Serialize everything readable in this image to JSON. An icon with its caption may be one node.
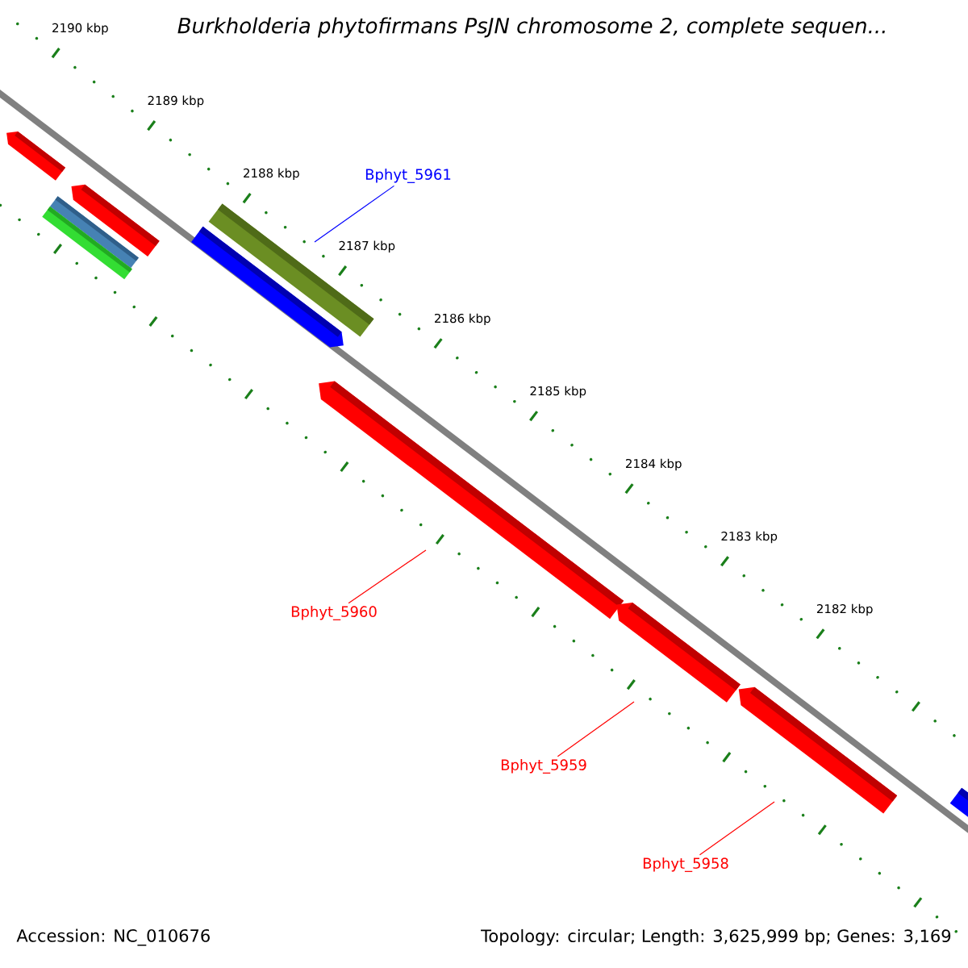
{
  "diagram": {
    "title": "Burkholderia phytofirmans PsJN chromosome 2, complete sequen...",
    "nodes": [
      {
        "text": [
          "Bphyt_5961"
        ]
      },
      {
        "text": [
          "Bphyt_5960"
        ]
      },
      {
        "text": [
          "Bphyt_5959"
        ]
      },
      {
        "text": [
          "Bphyt_5958"
        ]
      }
    ],
    "edges": [
      {
        "from": 0,
        "to": null,
        "arrow": "none",
        "color": "#0000ff"
      },
      {
        "from": 1,
        "to": null,
        "arrow": "none"
      },
      {
        "from": 2,
        "to": null,
        "arrow": "none"
      },
      {
        "from": 3,
        "to": null,
        "arrow": "none"
      }
    ],
    "labels": [
      "2190 kbp",
      "2189 kbp",
      "2188 kbp",
      "2187 kbp",
      "2186 kbp",
      "2185 kbp",
      "2184 kbp",
      "2183 kbp",
      "2182 kbp",
      "Accession: NC_010676",
      "Topology: circular; Length: 3,625,999 bp; Genes: 3,169"
    ]
  }
}
